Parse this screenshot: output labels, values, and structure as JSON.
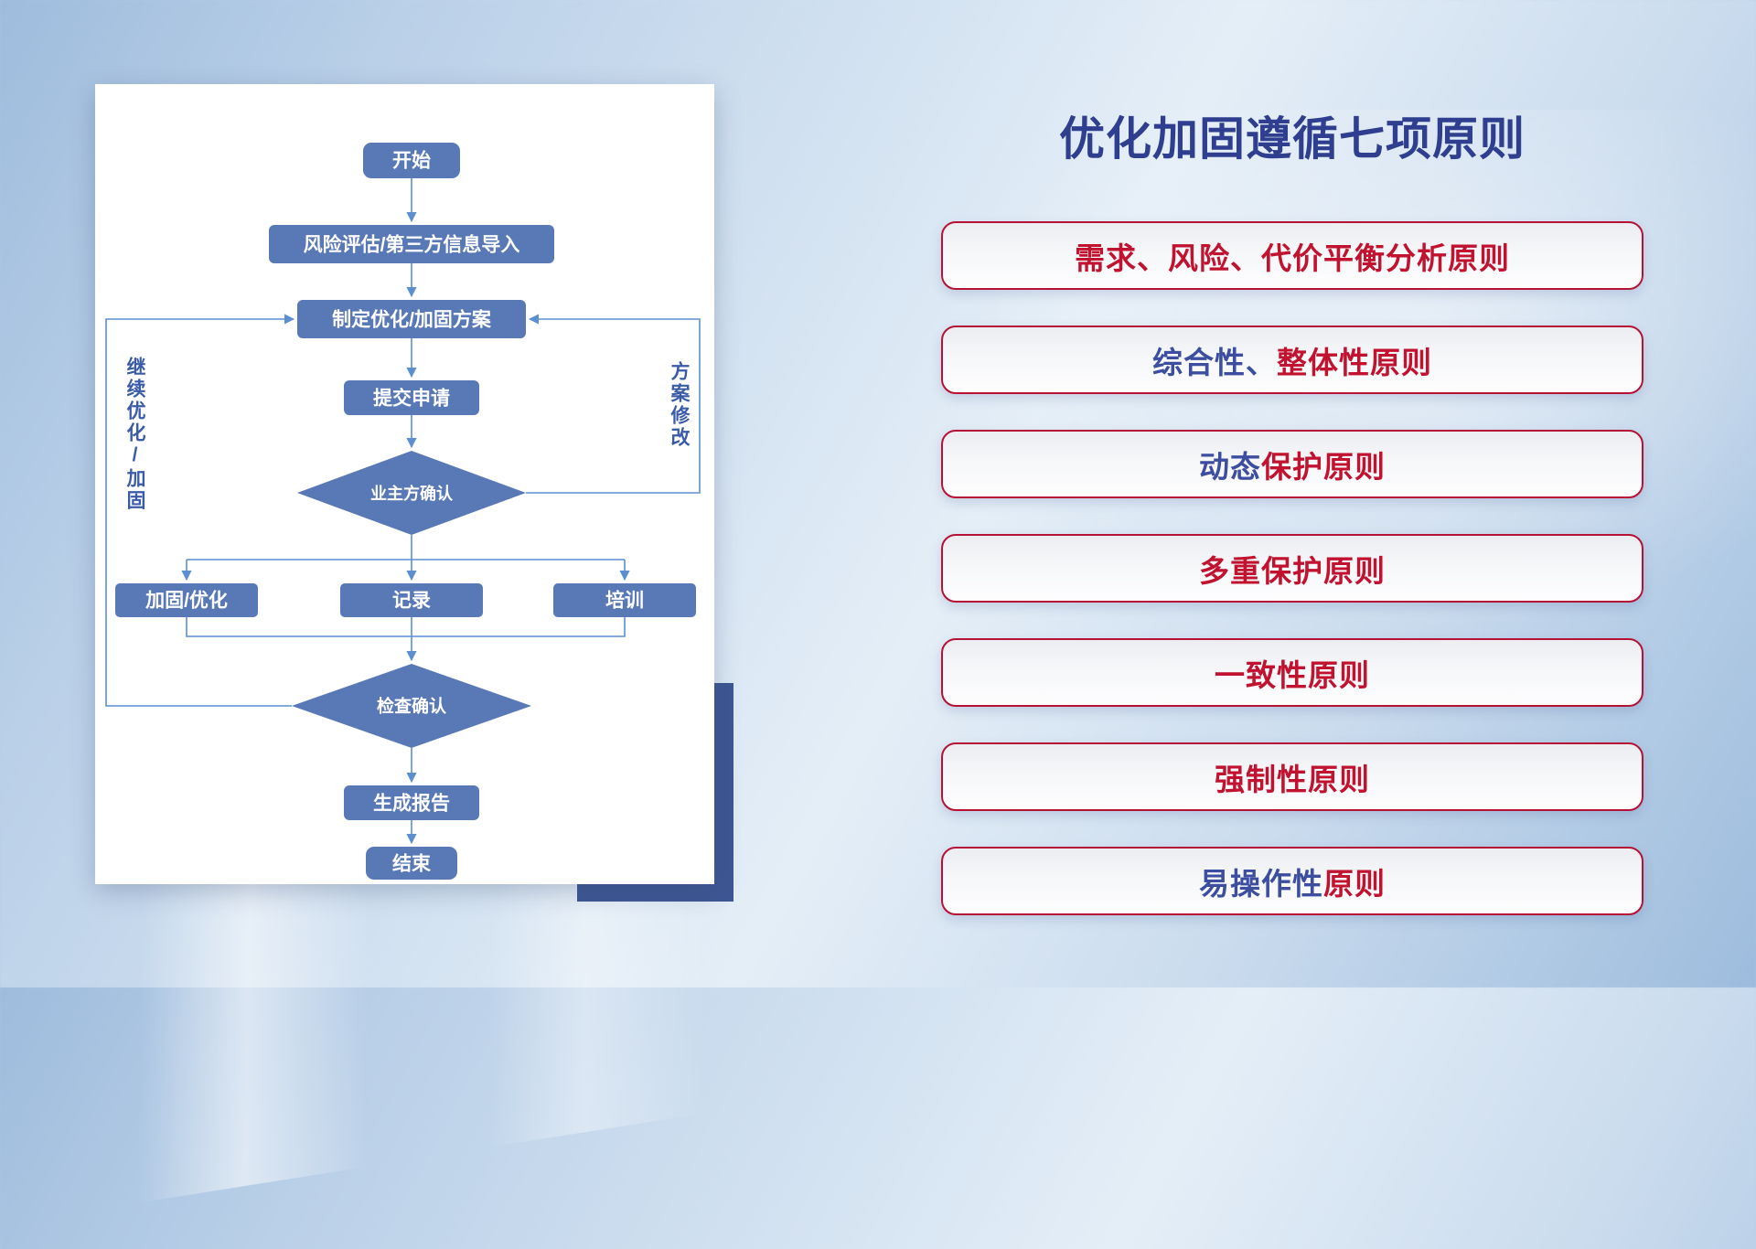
{
  "colors": {
    "node_blue": "#5878B6",
    "connector_blue": "#5B8FD0",
    "accent_rect_blue": "#3E5794",
    "title_blue": "#2F3E8E",
    "principle_red": "#C1122F",
    "principle_blue": "#3D4DA0",
    "principle_border_red": "#B51236",
    "edge_label_blue": "#3A5BA8",
    "panel_white": "#FFFFFF"
  },
  "flowchart": {
    "nodes": {
      "start": "开始",
      "risk_import": "风险评估/第三方信息导入",
      "plan": "制定优化/加固方案",
      "submit": "提交申请",
      "owner_confirm": "业主方确认",
      "harden": "加固/优化",
      "record": "记录",
      "training": "培训",
      "check_confirm": "检查确认",
      "report": "生成报告",
      "end": "结束"
    },
    "edge_labels": {
      "continue_loop": "继续优化/加固",
      "revise_loop": "方案修改"
    }
  },
  "principles": {
    "title": "优化加固遵循七项原则",
    "items": [
      {
        "segments": [
          {
            "text": "需求、风险、代价平衡分析原则",
            "color": "#C1122F"
          }
        ]
      },
      {
        "segments": [
          {
            "text": "综合性、",
            "color": "#3D4DA0"
          },
          {
            "text": "整体性原则",
            "color": "#C1122F"
          }
        ]
      },
      {
        "segments": [
          {
            "text": "动态",
            "color": "#3D4DA0"
          },
          {
            "text": "保护原则",
            "color": "#C1122F"
          }
        ]
      },
      {
        "segments": [
          {
            "text": "多重保护原则",
            "color": "#C1122F"
          }
        ]
      },
      {
        "segments": [
          {
            "text": "一致性原则",
            "color": "#C1122F"
          }
        ]
      },
      {
        "segments": [
          {
            "text": "强制性原则",
            "color": "#C1122F"
          }
        ]
      },
      {
        "segments": [
          {
            "text": "易操作性",
            "color": "#3D4DA0"
          },
          {
            "text": "原则",
            "color": "#C1122F"
          }
        ]
      }
    ]
  }
}
